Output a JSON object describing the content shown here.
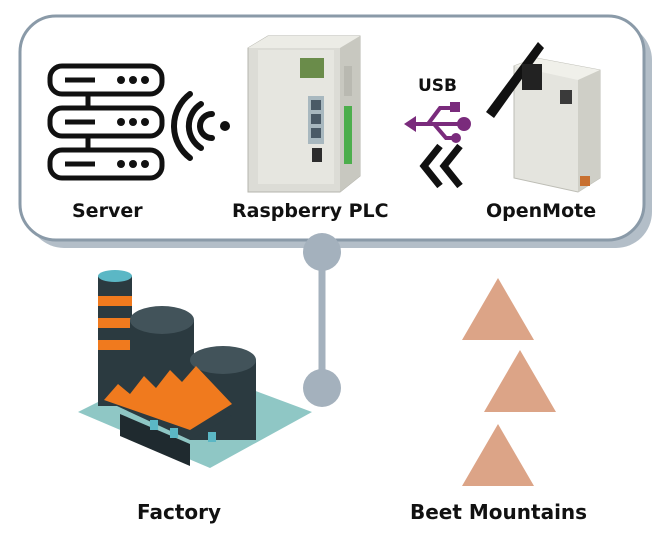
{
  "labels": {
    "server": "Server",
    "plc": "Raspberry PLC",
    "openmote": "OpenMote",
    "usb": "USB",
    "factory": "Factory",
    "beet_mountains": "Beet Mountains"
  },
  "colors": {
    "panel_fill": "#ffffff",
    "panel_border": "#8a9aa8",
    "panel_shadow": "#b3bec8",
    "connector": "#a4b1bd",
    "usb": "#7a2b7c",
    "icon": "#111111",
    "factory_orange": "#f07a1e",
    "factory_dark": "#2b3a40",
    "factory_teal": "#8fc7c5",
    "beet": "#dca487"
  },
  "icons": {
    "server": "server-rack-icon",
    "wireless": "wireless-signal-icon",
    "usb": "usb-icon",
    "arrows": "double-chevron-left-icon",
    "antenna": "antenna-icon"
  }
}
